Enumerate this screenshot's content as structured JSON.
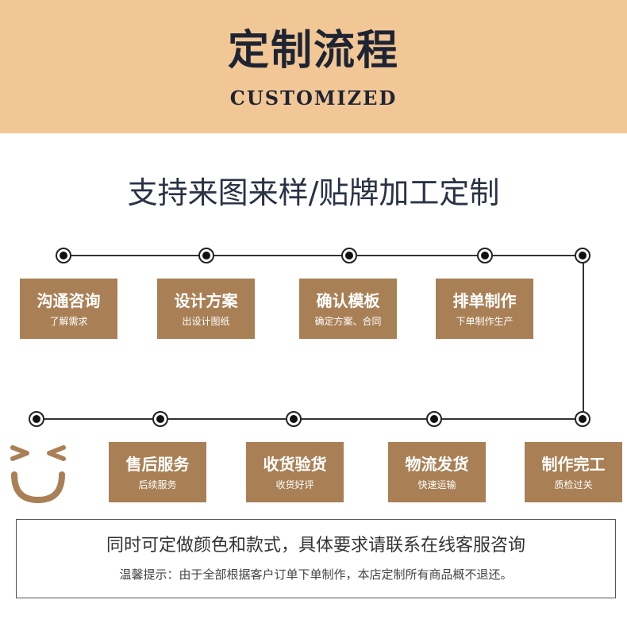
{
  "header": {
    "title": "定制流程",
    "subtitle": "CUSTOMIZED",
    "background_color": "#f2c796"
  },
  "tagline": "支持来图来样/贴牌加工定制",
  "steps_row1": [
    {
      "title": "沟通咨询",
      "desc": "了解需求"
    },
    {
      "title": "设计方案",
      "desc": "出设计图纸"
    },
    {
      "title": "确认模板",
      "desc": "确定方案、合同"
    },
    {
      "title": "排单制作",
      "desc": "下单制作生产"
    }
  ],
  "steps_row2": [
    {
      "title": "售后服务",
      "desc": "后续服务"
    },
    {
      "title": "收货验货",
      "desc": "收货好评"
    },
    {
      "title": "物流发货",
      "desc": "快速运输"
    },
    {
      "title": "制作完工",
      "desc": "质检过关"
    }
  ],
  "step_color": "#a98056",
  "icons": {
    "decoration": "smiley-face-icon"
  },
  "notice": {
    "main": "同时可定做颜色和款式，具体要求请联系在线客服咨询",
    "tip": "温馨提示：由于全部根据客户订单下单制作，本店定制所有商品概不退还。"
  }
}
